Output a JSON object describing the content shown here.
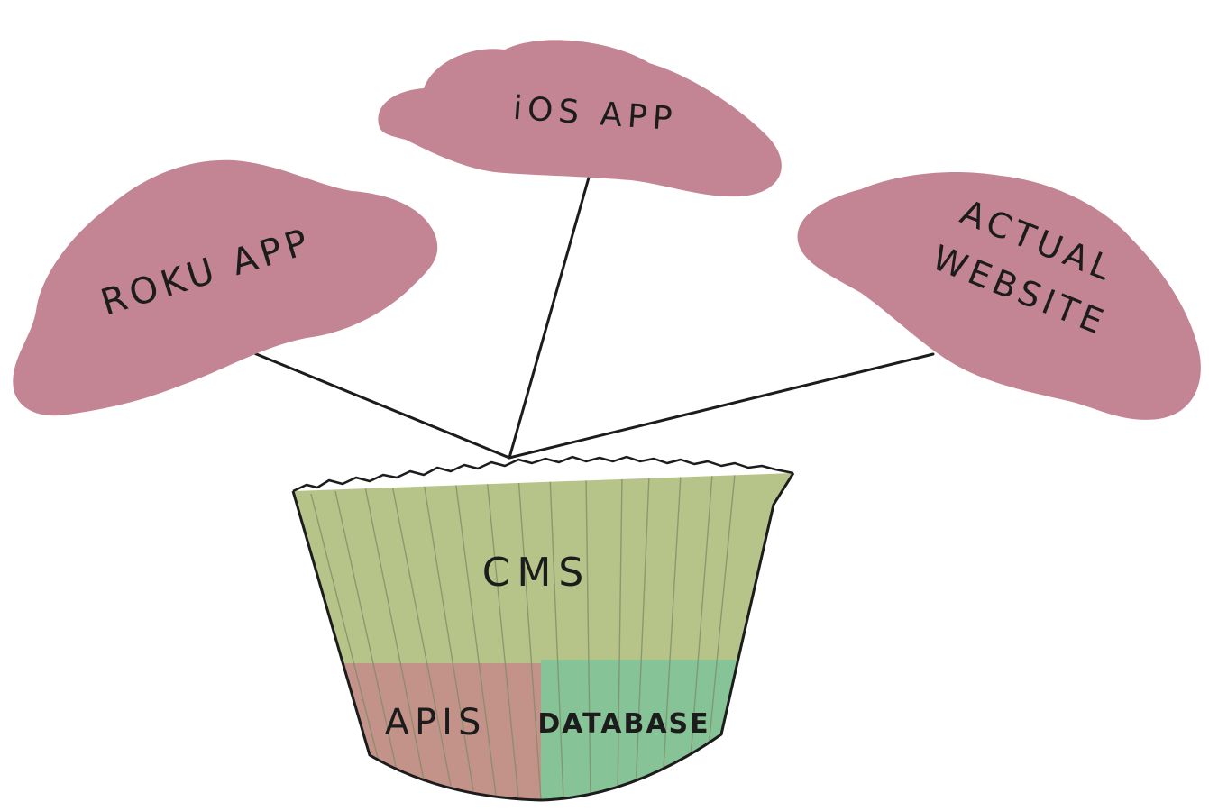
{
  "diagram": {
    "clouds": {
      "ios": {
        "label": "iOS APP"
      },
      "roku": {
        "label": "ROKU APP"
      },
      "website": {
        "label_line1": "ACTUAL",
        "label_line2": "WEBSITE"
      }
    },
    "cup": {
      "cms": {
        "label": "CMS"
      },
      "apis": {
        "label": "APIS"
      },
      "database": {
        "label": "DATABASE"
      }
    },
    "colors": {
      "cloud": "#c38593",
      "cms": "#b6c48a",
      "apis": "#c3938a",
      "database": "#86c497",
      "stroke": "#1c1c1c"
    }
  }
}
